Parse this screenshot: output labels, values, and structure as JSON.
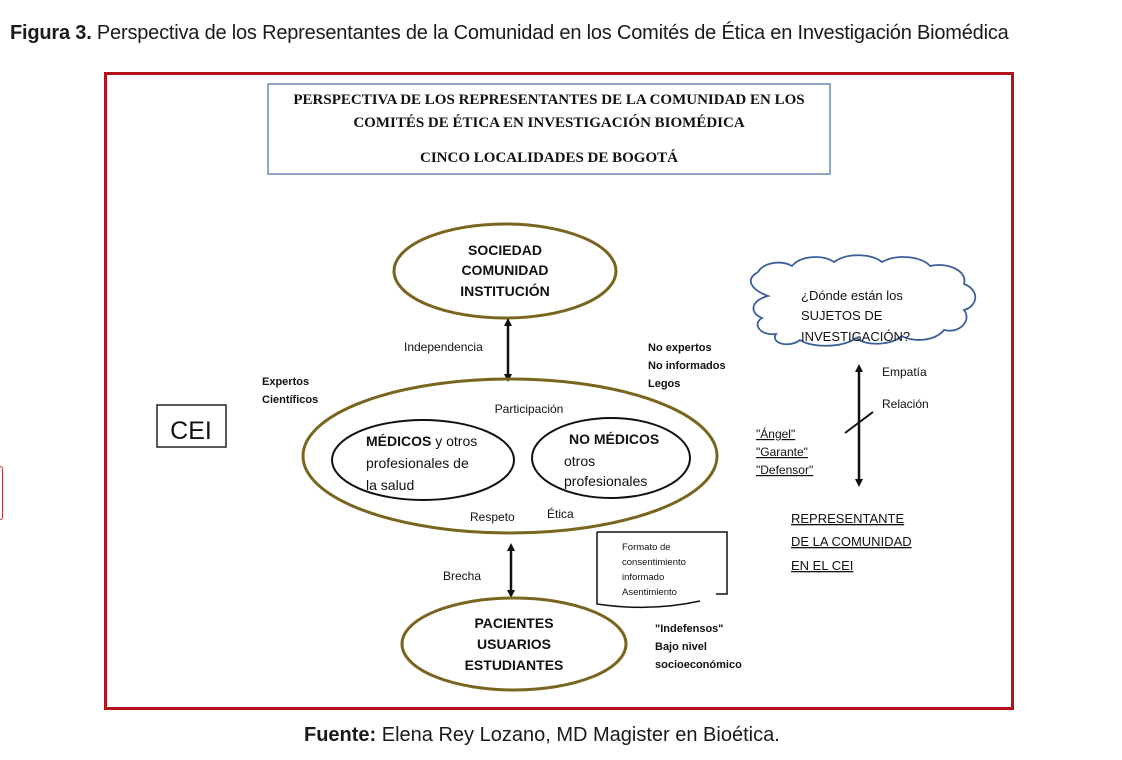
{
  "caption": {
    "label": "Figura 3.",
    "text": " Perspectiva de los Representantes de la Comunidad en los Comités de Ética en Investigación Biomédica"
  },
  "source": {
    "label": "Fuente:",
    "text": " Elena Rey Lozano, MD Magister en Bioética."
  },
  "colors": {
    "frame": "#b4121b",
    "ellipse_stroke": "#7a6520",
    "title_box_border": "#8fa6c4",
    "cloud_stroke": "#3b5f9a"
  },
  "diagram": {
    "title_box": {
      "line1": "PERSPECTIVA DE LOS REPRESENTANTES DE LA COMUNIDAD EN LOS",
      "line2": "COMITÉS DE ÉTICA EN INVESTIGACIÓN BIOMÉDICA",
      "line3": "CINCO LOCALIDADES DE BOGOTÁ"
    },
    "cei_box": "CEI",
    "top_ellipse": [
      "SOCIEDAD",
      "COMUNIDAD",
      "INSTITUCIÓN"
    ],
    "independencia": "Independencia",
    "expertos": [
      "Expertos",
      "Científicos"
    ],
    "no_expertos": [
      "No expertos",
      "No informados",
      "Legos"
    ],
    "participacion": "Participación",
    "medicos": {
      "bold": "MÉDICOS",
      "rest": " y otros",
      "line2": "profesionales de",
      "line3": "la salud"
    },
    "no_medicos": {
      "bold": "NO MÉDICOS",
      "line2": "otros",
      "line3": "profesionales"
    },
    "respeto": "Respeto",
    "etica": "Ética",
    "consent_box": [
      "Formato de",
      "consentimiento",
      "informado",
      "Asentimiento"
    ],
    "brecha": "Brecha",
    "bottom_ellipse": [
      "PACIENTES",
      "USUARIOS",
      "ESTUDIANTES"
    ],
    "indefensos": [
      "\"Indefensos\"",
      "Bajo nivel",
      "socioeconómico"
    ],
    "cloud": [
      "¿Dónde están los",
      "SUJETOS DE",
      "INVESTIGACIÓN?"
    ],
    "empatia": "Empatía",
    "relacion": "Relación",
    "roles": [
      "\"Ángel\"",
      "\"Garante\"",
      "\"Defensor\""
    ],
    "representante": [
      "REPRESENTANTE",
      "DE LA COMUNIDAD",
      "EN EL CEI"
    ]
  }
}
